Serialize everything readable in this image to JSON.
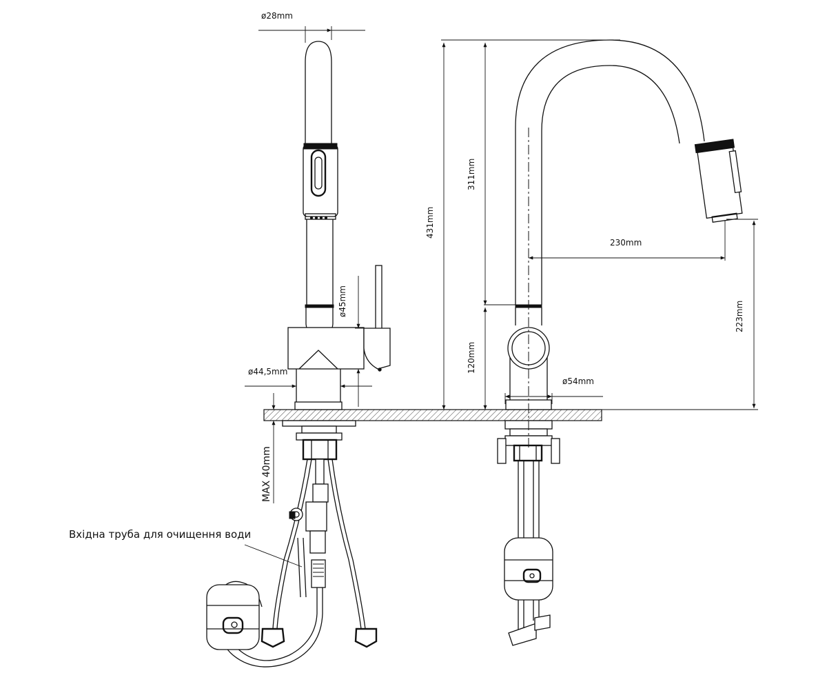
{
  "labels": {
    "dia_28": "ø28mm",
    "dia_45": "ø45mm",
    "dia_44_5": "ø44,5mm",
    "dia_54": "ø54mm",
    "h_431": "431mm",
    "h_311": "311mm",
    "h_120": "120mm",
    "h_223": "223mm",
    "reach_230": "230mm",
    "max_40": "MAX  40mm"
  },
  "note": "Вхідна труба для очищення води",
  "colors": {
    "line": "#111111",
    "background": "#ffffff"
  }
}
